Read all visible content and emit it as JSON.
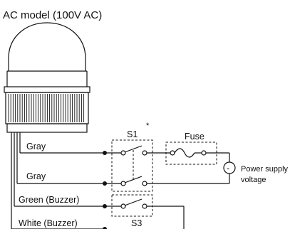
{
  "title": "AC model (100V AC)",
  "wires": {
    "gray_1": "Gray",
    "gray_2": "Gray",
    "green": "Green (Buzzer)",
    "white": "White (Buzzer)"
  },
  "switches": {
    "s1": "S1",
    "s3": "S3",
    "note_mark": "*"
  },
  "fuse": "Fuse",
  "power_supply": {
    "symbol": "-",
    "label_line1": "Power supply",
    "label_line2": "voltage"
  },
  "colors": {
    "line": "#111111",
    "background": "#ffffff"
  }
}
